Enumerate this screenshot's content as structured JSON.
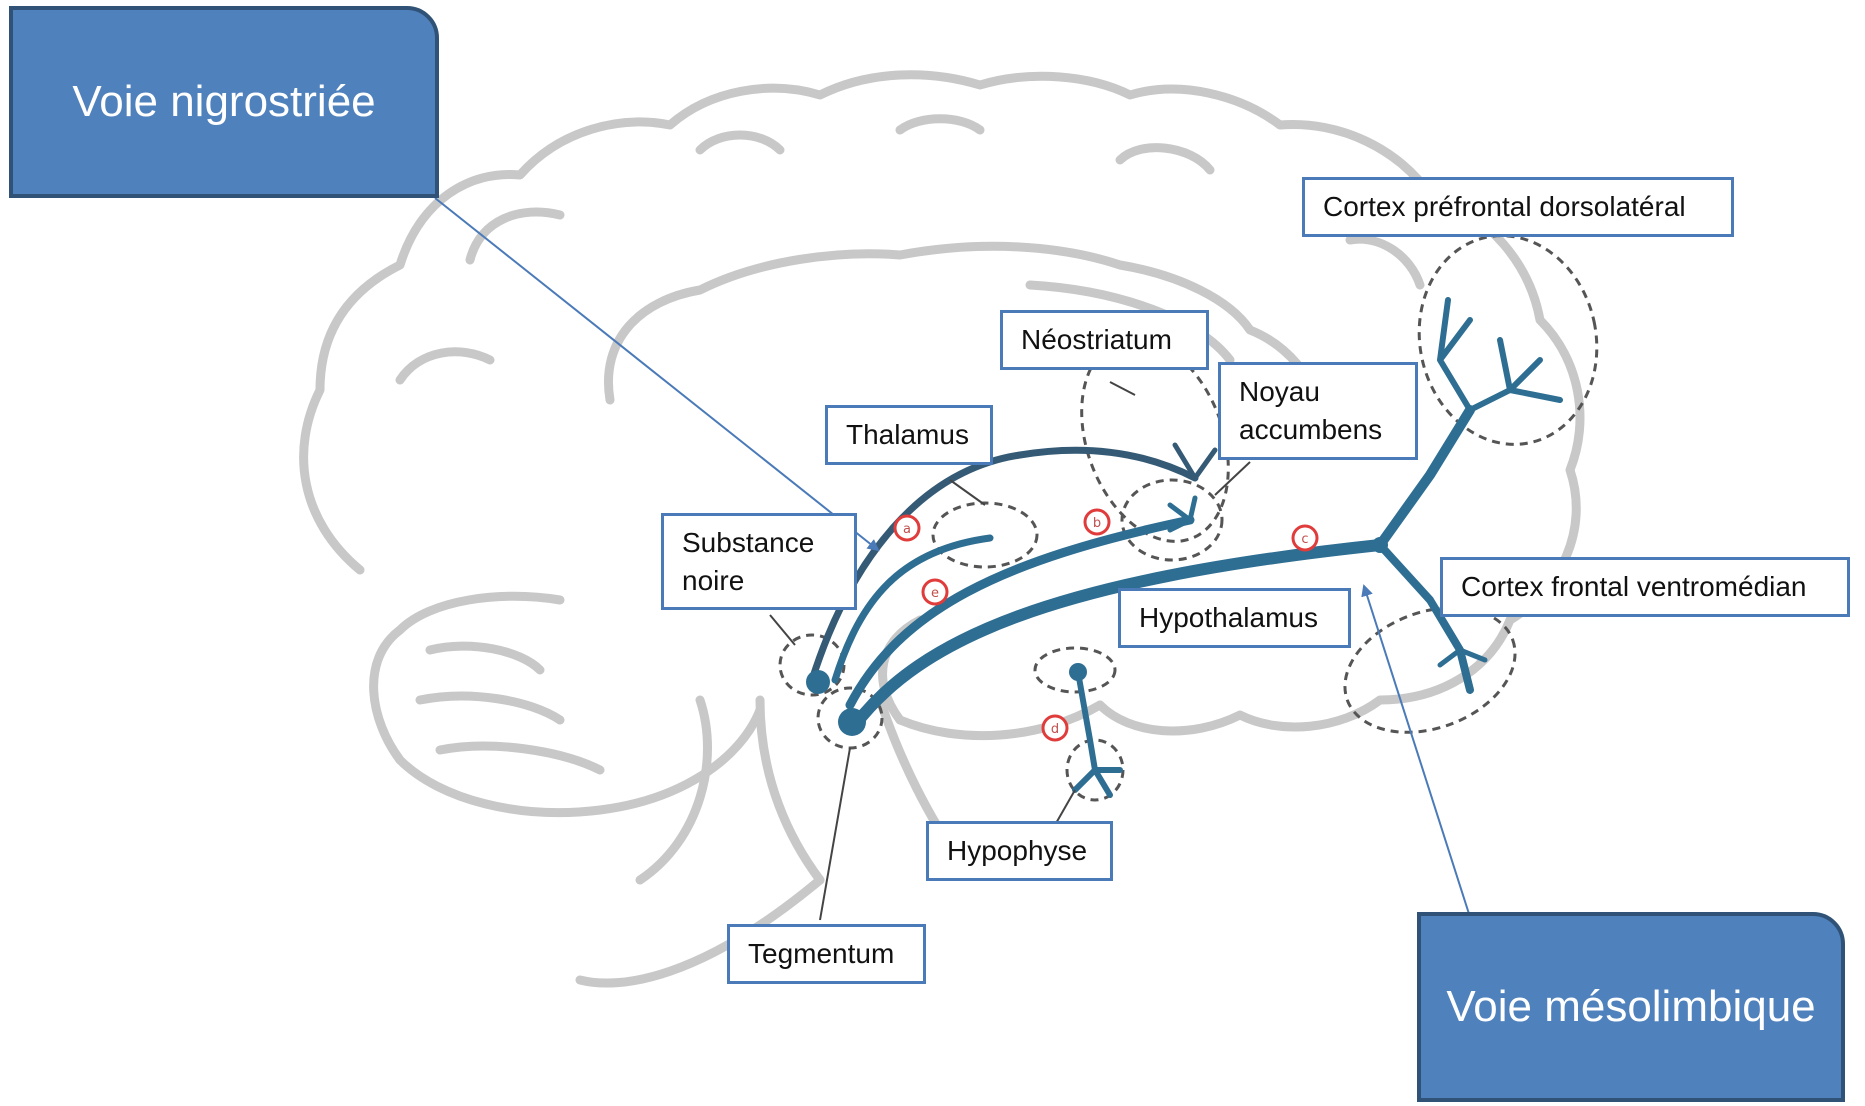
{
  "colors": {
    "pathway": "#2e6e92",
    "pathway_dark": "#355a75",
    "brain_outline": "#c8c8c8",
    "region_dash": "#555555",
    "label_border": "#4a7ab8",
    "callout_fill": "#4f81bd",
    "callout_border": "#2f5276",
    "marker": "#e03c3c"
  },
  "callouts": {
    "nigrostriatal": "Voie nigrostriée",
    "mesolimbic": "Voie mésolimbique"
  },
  "labels": {
    "dlpfc": "Cortex préfrontal dorsolatéral",
    "neostriatum": "Néostriatum",
    "nucleus_accumbens": "Noyau accumbens",
    "thalamus": "Thalamus",
    "substantia_nigra": "Substance noire",
    "vm_frontal_cortex": "Cortex frontal ventromédian",
    "hypothalamus": "Hypothalamus",
    "hypophysis": "Hypophyse",
    "tegmentum": "Tegmentum"
  },
  "markers": [
    "a",
    "b",
    "c",
    "d",
    "e"
  ]
}
